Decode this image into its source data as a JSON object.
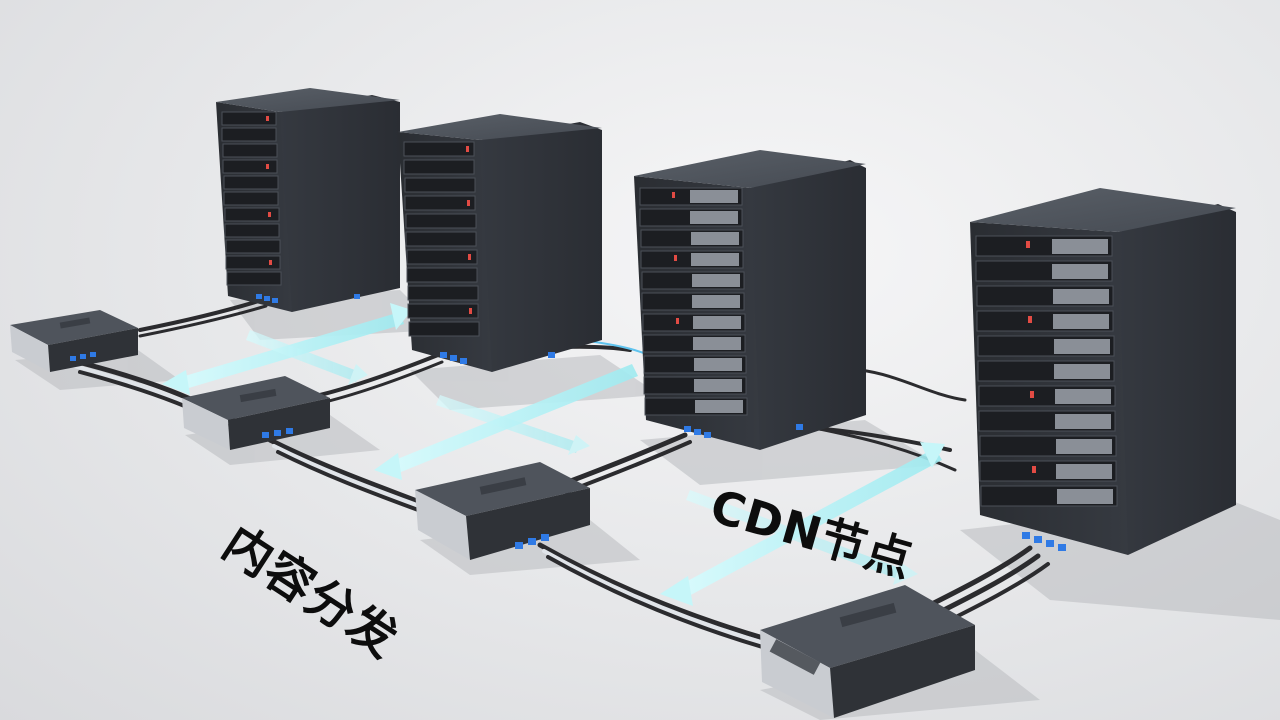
{
  "labels": {
    "cdn_node": "CDN节点",
    "content_distribution": "内容分发"
  },
  "colors": {
    "background": "#e9eaec",
    "rack_front": "#2c2f34",
    "rack_side": "#3b3f46",
    "rack_top": "#4a4f57",
    "flow_arrow": "#bff3f6",
    "cable": "#2a2a2d",
    "connector": "#1f5fd1"
  },
  "icons": [
    "server-rack",
    "network-switch",
    "data-flow-arrow",
    "cable"
  ]
}
